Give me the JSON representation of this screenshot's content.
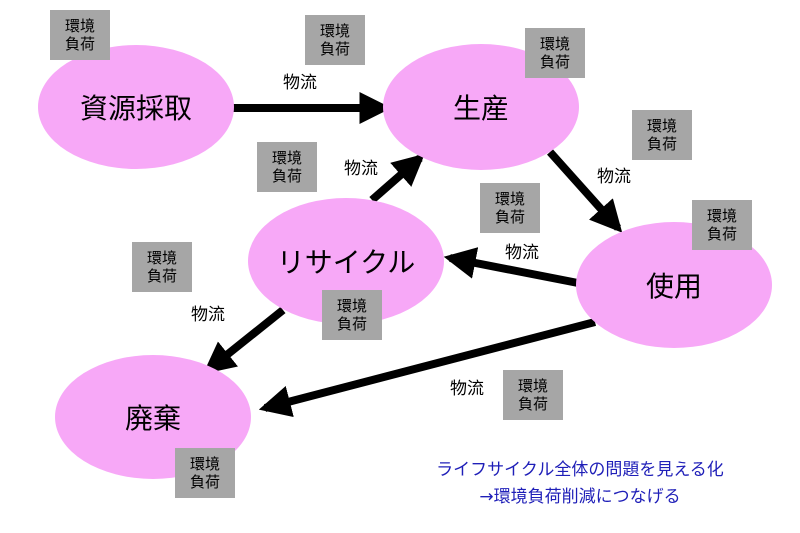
{
  "nodes": {
    "resource": "資源採取",
    "production": "生産",
    "use": "使用",
    "recycle": "リサイクル",
    "disposal": "廃棄"
  },
  "tag": {
    "line1": "環境",
    "line2": "負荷"
  },
  "flow_label": "物流",
  "caption": {
    "line1": "ライフサイクル全体の問題を見える化",
    "line2": "→環境負荷削減につなげる"
  },
  "colors": {
    "node": "#f7a8f7",
    "tag": "#a6a6a6",
    "caption": "#1f1fb8",
    "arrow": "#000000"
  }
}
